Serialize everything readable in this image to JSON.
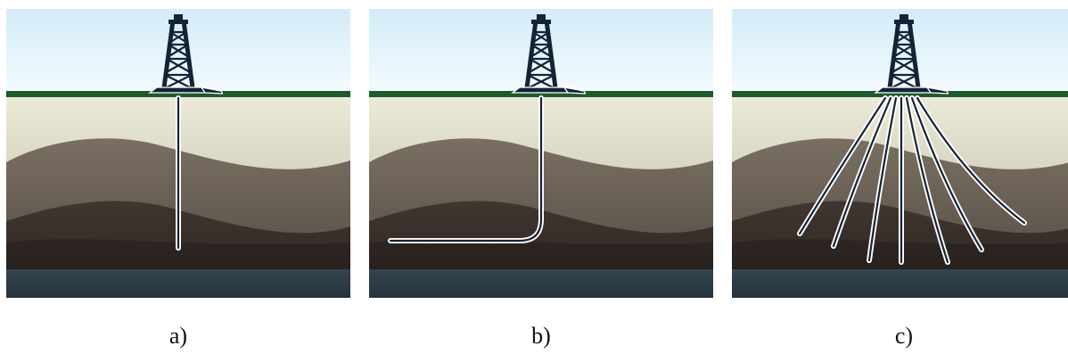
{
  "panels": [
    {
      "caption": "a)",
      "well": "vertical"
    },
    {
      "caption": "b)",
      "well": "horizontal"
    },
    {
      "caption": "c)",
      "well": "multilateral"
    }
  ],
  "colors": {
    "sky_top": "#d3ecf7",
    "sky_bottom": "#f4fbff",
    "grass": "#1e5a2c",
    "topsoil_top": "#ecebd8",
    "topsoil_bottom": "#b6b39e",
    "layer_mid": "#675c50",
    "layer_dark": "#3c332d",
    "layer_deep": "#231b18",
    "bedrock": "#2b3a46",
    "rig": "#142335",
    "well_pipe": "#ffffff"
  }
}
